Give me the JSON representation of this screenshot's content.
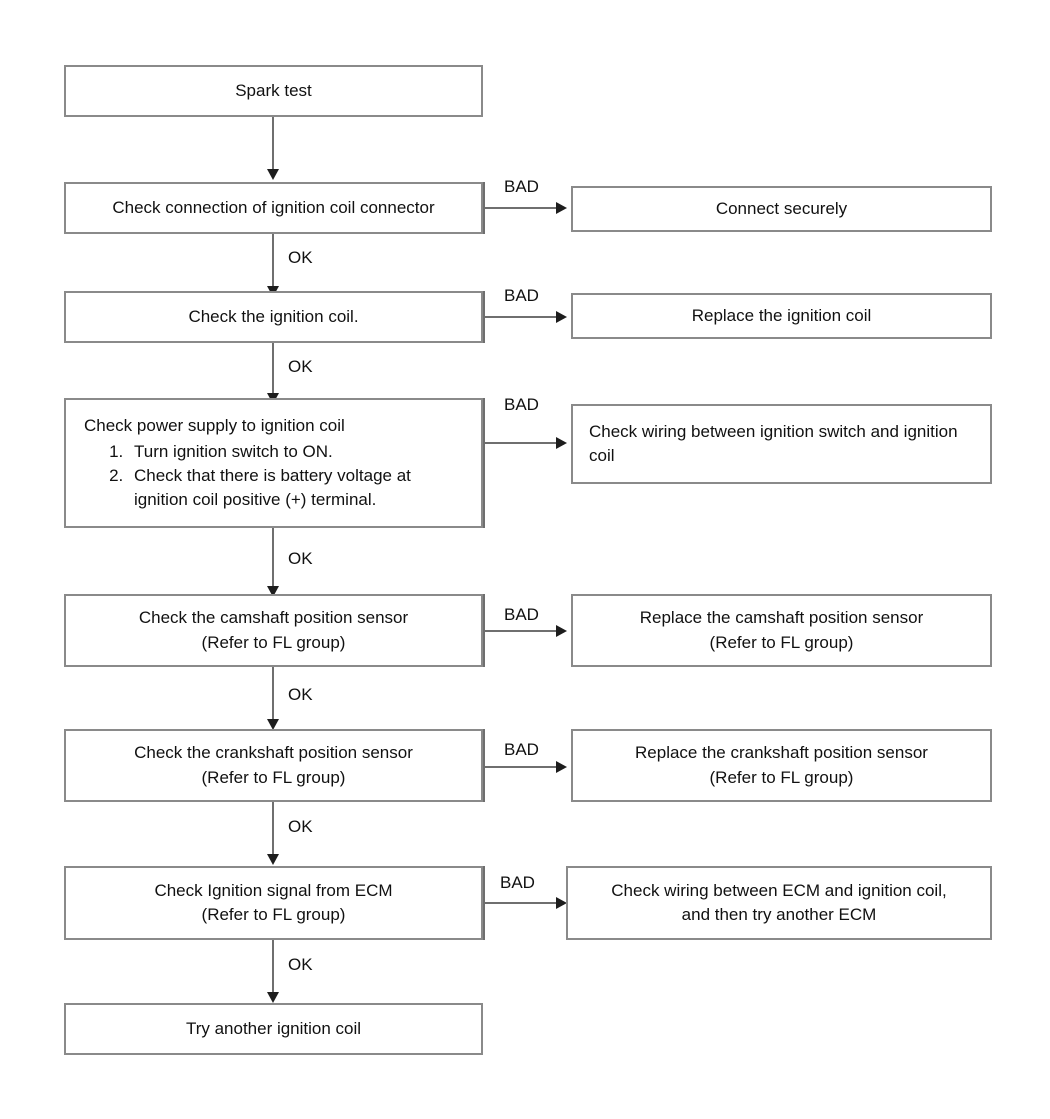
{
  "diagram": {
    "title": "Spark test troubleshooting flowchart",
    "line_color": "#6f6f6f",
    "box_border_color": "#8a8a8a",
    "background": "#ffffff",
    "text_color": "#111111"
  },
  "nodes": {
    "start": {
      "label": "Spark test"
    },
    "step1": {
      "label": "Check connection of ignition coil connector"
    },
    "step1_bad": {
      "label": "Connect securely"
    },
    "step2": {
      "label": "Check the ignition coil."
    },
    "step2_bad": {
      "label": "Replace the ignition coil"
    },
    "step3": {
      "title": "Check power supply to ignition coil",
      "items": [
        "Turn ignition switch to ON.",
        "Check that there is battery voltage at ignition coil positive (+) terminal."
      ]
    },
    "step3_bad": {
      "label": "Check wiring between ignition switch and ignition coil"
    },
    "step4": {
      "label": "Check the camshaft position sensor\n(Refer to FL group)"
    },
    "step4_bad": {
      "label": "Replace the camshaft position sensor\n(Refer to FL group)"
    },
    "step5": {
      "label": "Check the crankshaft position sensor\n(Refer to FL group)"
    },
    "step5_bad": {
      "label": "Replace the crankshaft position sensor\n(Refer to FL group)"
    },
    "step6": {
      "label": "Check Ignition signal from ECM\n(Refer to FL group)"
    },
    "step6_bad": {
      "label": "Check wiring between ECM and ignition coil,\nand then try another ECM"
    },
    "end": {
      "label": "Try another ignition coil"
    }
  },
  "edges": {
    "ok_1": {
      "label": "OK"
    },
    "ok_2": {
      "label": "OK"
    },
    "ok_3": {
      "label": "OK"
    },
    "ok_4": {
      "label": "OK"
    },
    "ok_5": {
      "label": "OK"
    },
    "ok_6": {
      "label": "OK"
    },
    "bad_1": {
      "label": "BAD"
    },
    "bad_2": {
      "label": "BAD"
    },
    "bad_3": {
      "label": "BAD"
    },
    "bad_4": {
      "label": "BAD"
    },
    "bad_5": {
      "label": "BAD"
    },
    "bad_6": {
      "label": "BAD"
    }
  }
}
